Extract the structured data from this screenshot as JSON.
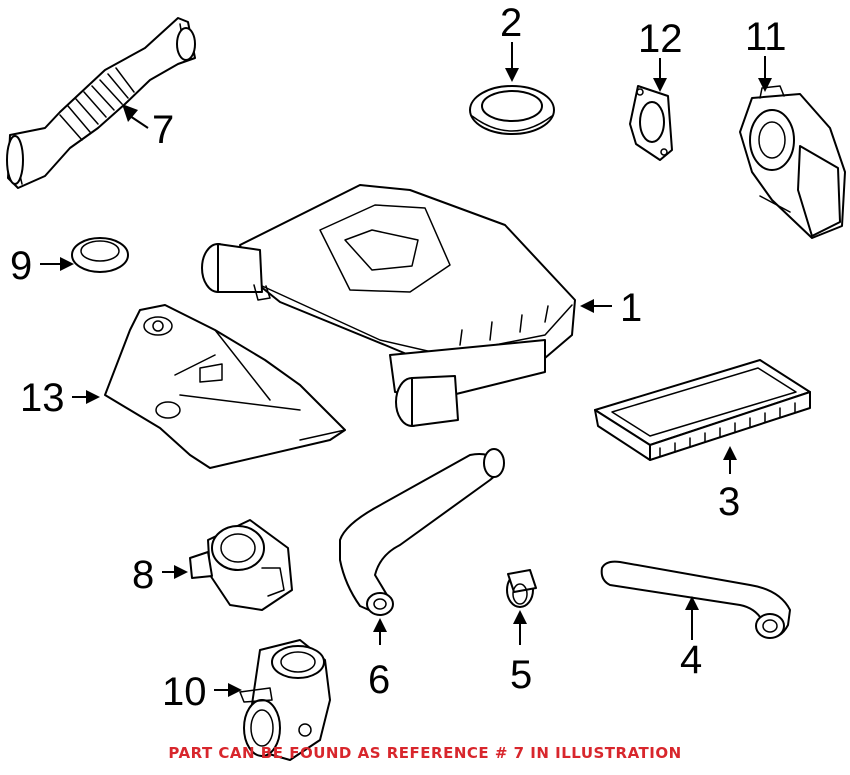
{
  "diagram": {
    "callouts": [
      {
        "id": "1",
        "label": "1"
      },
      {
        "id": "2",
        "label": "2"
      },
      {
        "id": "3",
        "label": "3"
      },
      {
        "id": "4",
        "label": "4"
      },
      {
        "id": "5",
        "label": "5"
      },
      {
        "id": "6",
        "label": "6"
      },
      {
        "id": "7",
        "label": "7"
      },
      {
        "id": "8",
        "label": "8"
      },
      {
        "id": "9",
        "label": "9"
      },
      {
        "id": "10",
        "label": "10"
      },
      {
        "id": "11",
        "label": "11"
      },
      {
        "id": "12",
        "label": "12"
      },
      {
        "id": "13",
        "label": "13"
      }
    ],
    "footer_note": "PART CAN BE FOUND AS REFERENCE # 7 IN ILLUSTRATION",
    "colors": {
      "line": "#000000",
      "background": "#ffffff",
      "note": "#d8262c"
    }
  }
}
